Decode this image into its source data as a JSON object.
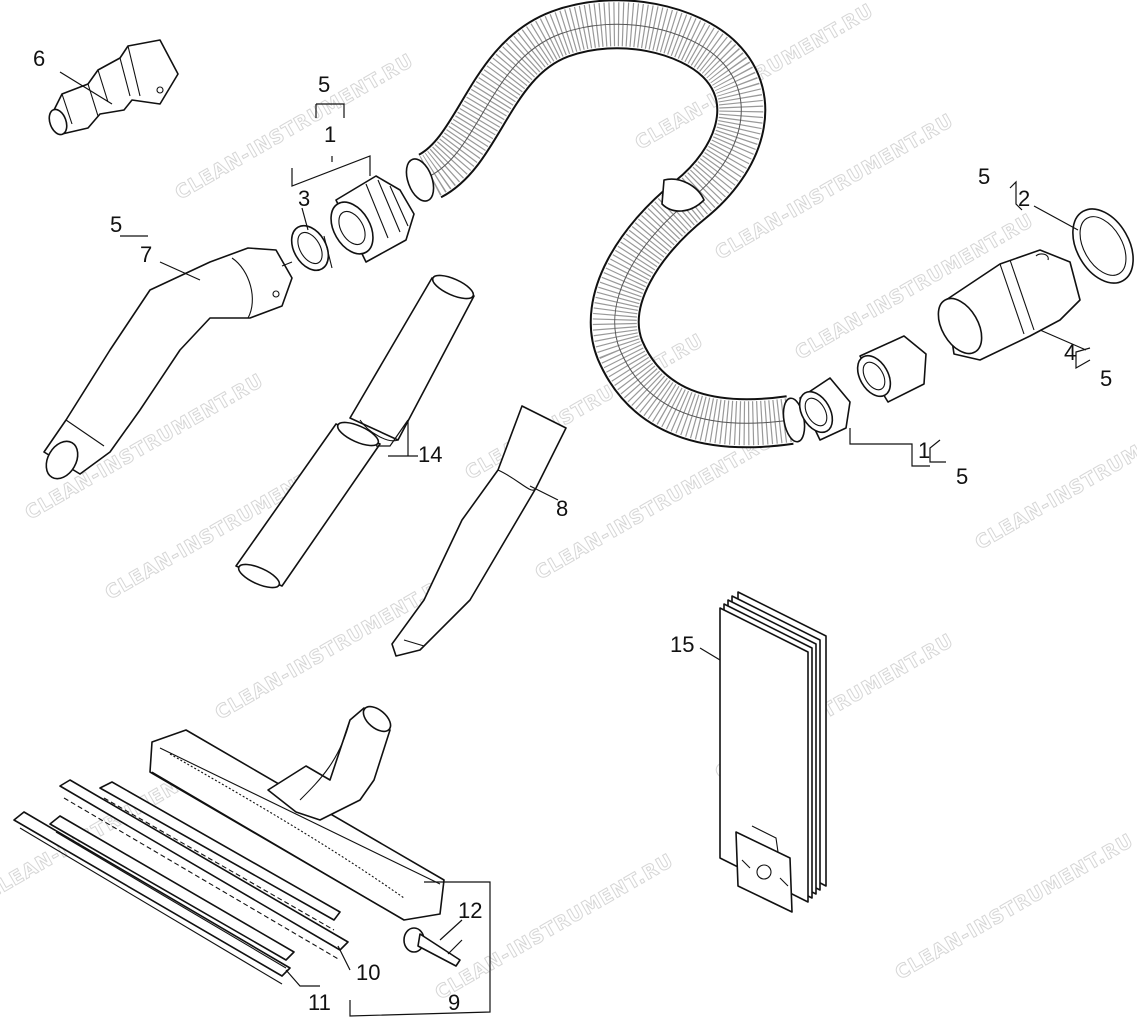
{
  "watermark": "CLEAN-INSTRUMENT.RU",
  "callouts": {
    "c6": "6",
    "c5a": "5",
    "c1a": "1",
    "c3": "3",
    "c5b": "5",
    "c7": "7",
    "c14": "14",
    "c8": "8",
    "c5c": "5",
    "c2": "2",
    "c4": "4",
    "c5d": "5",
    "c1b": "1",
    "c5e": "5",
    "c15": "15",
    "c12": "12",
    "c10": "10",
    "c11": "11",
    "c9": "9"
  }
}
